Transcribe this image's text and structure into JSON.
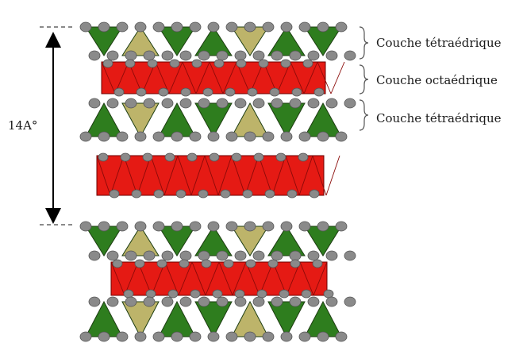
{
  "labels": {
    "top_tetrahedral": "Couche tétraédrique",
    "octahedral": "Couche octaédrique",
    "bottom_tetrahedral": "Couche tétraédrique",
    "basal_spacing": "14A°"
  },
  "colors": {
    "tetra_green": "#2e7d1e",
    "tetra_olive": "#bdb46a",
    "octa_red": "#e51a14",
    "atom_gray": "#8a8a8a",
    "line": "#000000"
  }
}
